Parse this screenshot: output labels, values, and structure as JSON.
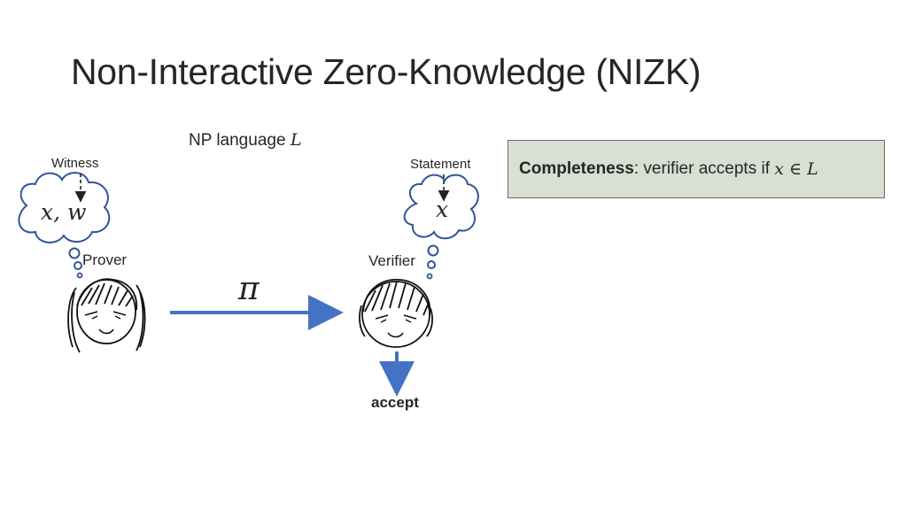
{
  "slide": {
    "title": "Non-Interactive Zero-Knowledge (NIZK)",
    "np_language": {
      "text": "NP language",
      "symbol": "L"
    },
    "witness_label": "Witness",
    "statement_label": "Statement",
    "prover_cloud": "x, w",
    "verifier_cloud": "x",
    "prover_label": "Prover",
    "verifier_label": "Verifier",
    "proof_symbol": "π",
    "accept_label": "accept",
    "completeness": {
      "term": "Completeness",
      "sep": ":",
      "text": " verifier accepts if ",
      "math": "x ∈ L"
    }
  },
  "colors": {
    "arrow": "#4472c4",
    "cloud_outline": "#2f5597",
    "box_fill": "#d9dfd3",
    "text": "#262626"
  }
}
